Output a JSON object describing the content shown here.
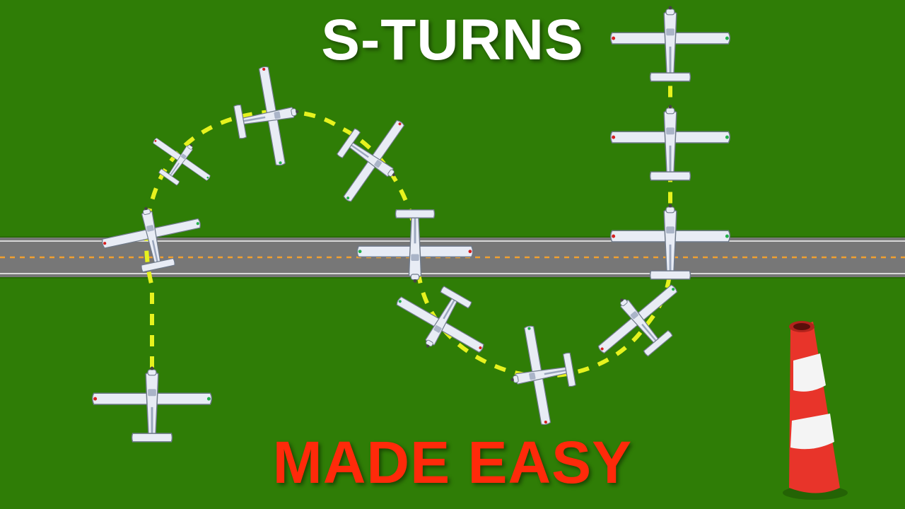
{
  "title": {
    "text": "S-TURNS",
    "color": "#ffffff"
  },
  "subtitle": {
    "text": "MADE EASY",
    "color": "#ff2a0a"
  },
  "colors": {
    "grass": "#2f7d06",
    "road": "#777777",
    "road_edge": "#d8d8d8",
    "centerline": "#f0a030",
    "path": "#e6f21e",
    "plane_body": "#e8ecf5",
    "plane_outline": "#6f7a8a",
    "cone_red": "#e8342a",
    "cone_white": "#f4f4f4"
  },
  "icons": {
    "airplane": "airplane-icon",
    "wind": "windsock-icon",
    "road": "runway"
  }
}
